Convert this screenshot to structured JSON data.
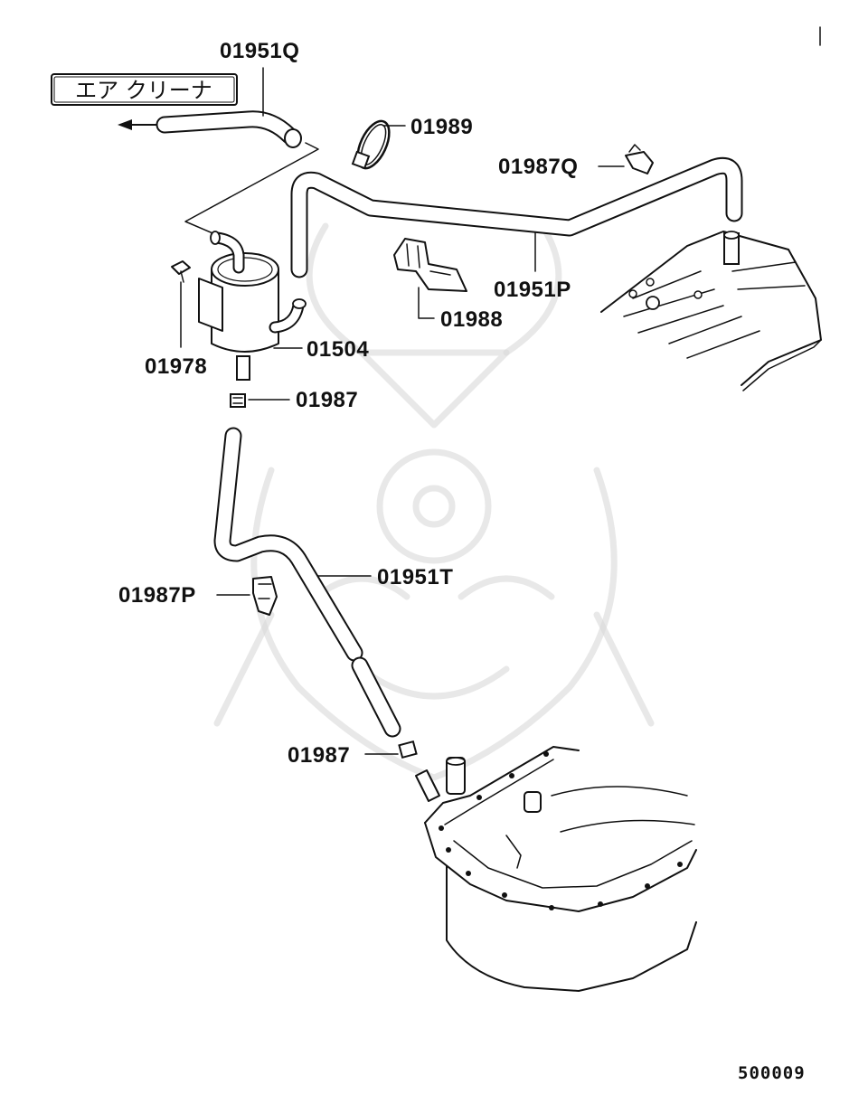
{
  "diagram": {
    "destination_label": "エア クリーナ",
    "figure_code": "500009",
    "parts": {
      "hose_q": "01951Q",
      "clamp_band": "01989",
      "clip_q": "01987Q",
      "hose_p": "01951P",
      "bracket": "01988",
      "separator": "01504",
      "bolt": "01978",
      "clip_upper": "01987",
      "hose_t": "01951T",
      "clip_p": "01987P",
      "clip_lower": "01987"
    }
  }
}
